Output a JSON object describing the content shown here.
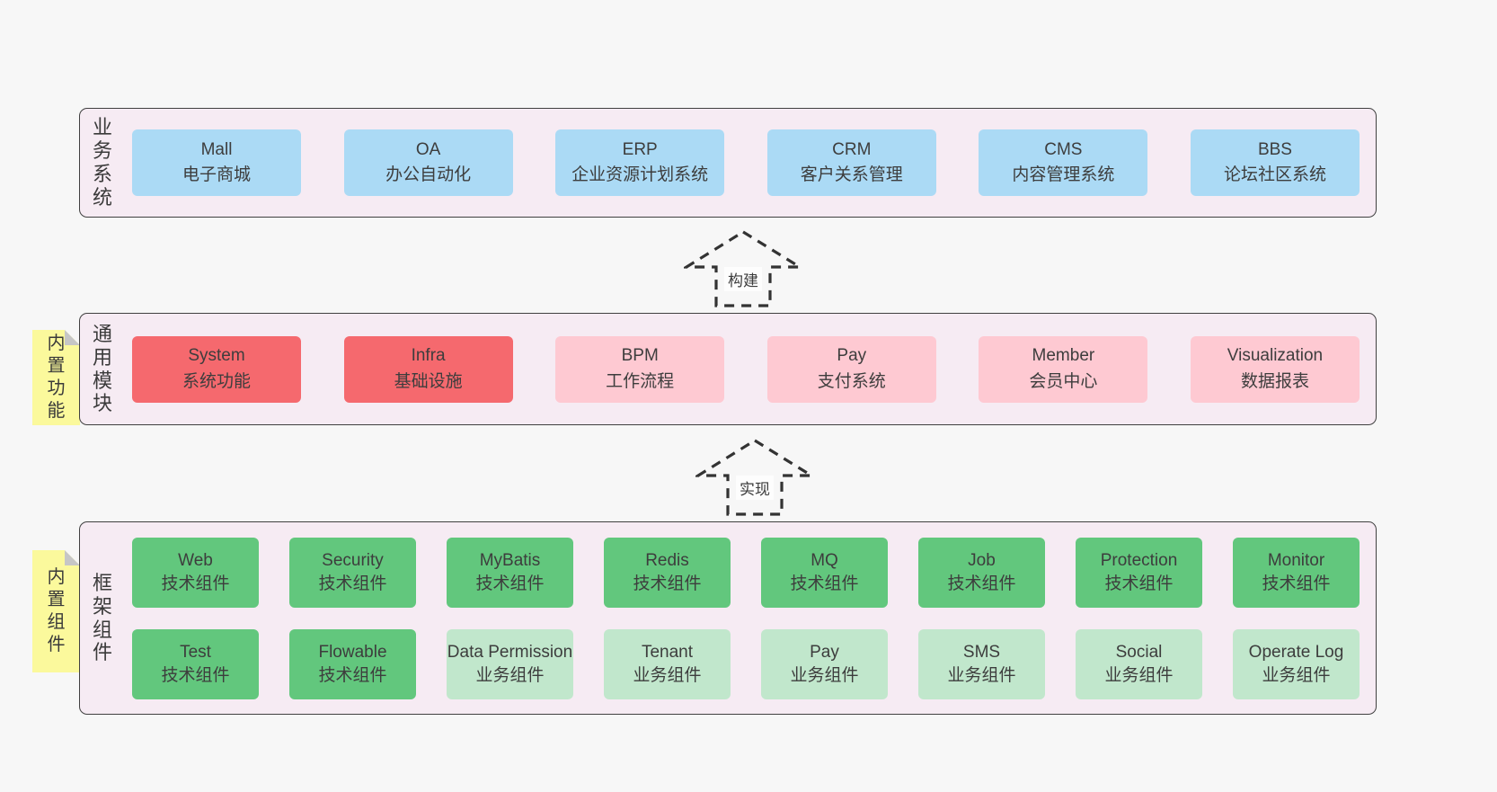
{
  "colors": {
    "page_bg": "#f7f7f7",
    "container_bg": "#f6ebf3",
    "container_border": "#404040",
    "blue": "#abdaf5",
    "red": "#f5696e",
    "pink": "#fec9d2",
    "green": "#62c77d",
    "light_green": "#c1e7cc",
    "note_yellow": "#fbf99c",
    "note_fold": "#c6c6c6",
    "arrow_stroke": "#333333",
    "text": "#3d3d3d"
  },
  "arrows": [
    {
      "label": "构建"
    },
    {
      "label": "实现"
    }
  ],
  "sections": [
    {
      "label": "业务系统",
      "boxes": [
        {
          "name": "Mall",
          "desc": "电子商城",
          "variant": "blue"
        },
        {
          "name": "OA",
          "desc": "办公自动化",
          "variant": "blue"
        },
        {
          "name": "ERP",
          "desc": "企业资源计划系统",
          "variant": "blue"
        },
        {
          "name": "CRM",
          "desc": "客户关系管理",
          "variant": "blue"
        },
        {
          "name": "CMS",
          "desc": "内容管理系统",
          "variant": "blue"
        },
        {
          "name": "BBS",
          "desc": "论坛社区系统",
          "variant": "blue"
        }
      ]
    },
    {
      "label": "通用模块",
      "note": "内置功能",
      "boxes": [
        {
          "name": "System",
          "desc": "系统功能",
          "variant": "red"
        },
        {
          "name": "Infra",
          "desc": "基础设施",
          "variant": "red"
        },
        {
          "name": "BPM",
          "desc": "工作流程",
          "variant": "pink"
        },
        {
          "name": "Pay",
          "desc": "支付系统",
          "variant": "pink"
        },
        {
          "name": "Member",
          "desc": "会员中心",
          "variant": "pink"
        },
        {
          "name": "Visualization",
          "desc": "数据报表",
          "variant": "pink"
        }
      ]
    },
    {
      "label": "框架组件",
      "note": "内置组件",
      "rows": [
        [
          {
            "name": "Web",
            "desc": "技术组件",
            "variant": "green"
          },
          {
            "name": "Security",
            "desc": "技术组件",
            "variant": "green"
          },
          {
            "name": "MyBatis",
            "desc": "技术组件",
            "variant": "green"
          },
          {
            "name": "Redis",
            "desc": "技术组件",
            "variant": "green"
          },
          {
            "name": "MQ",
            "desc": "技术组件",
            "variant": "green"
          },
          {
            "name": "Job",
            "desc": "技术组件",
            "variant": "green"
          },
          {
            "name": "Protection",
            "desc": "技术组件",
            "variant": "green"
          },
          {
            "name": "Monitor",
            "desc": "技术组件",
            "variant": "green"
          }
        ],
        [
          {
            "name": "Test",
            "desc": "技术组件",
            "variant": "green"
          },
          {
            "name": "Flowable",
            "desc": "技术组件",
            "variant": "green"
          },
          {
            "name": "Data Permission",
            "desc": "业务组件",
            "variant": "lightgreen"
          },
          {
            "name": "Tenant",
            "desc": "业务组件",
            "variant": "lightgreen"
          },
          {
            "name": "Pay",
            "desc": "业务组件",
            "variant": "lightgreen"
          },
          {
            "name": "SMS",
            "desc": "业务组件",
            "variant": "lightgreen"
          },
          {
            "name": "Social",
            "desc": "业务组件",
            "variant": "lightgreen"
          },
          {
            "name": "Operate Log",
            "desc": "业务组件",
            "variant": "lightgreen"
          }
        ]
      ]
    }
  ]
}
